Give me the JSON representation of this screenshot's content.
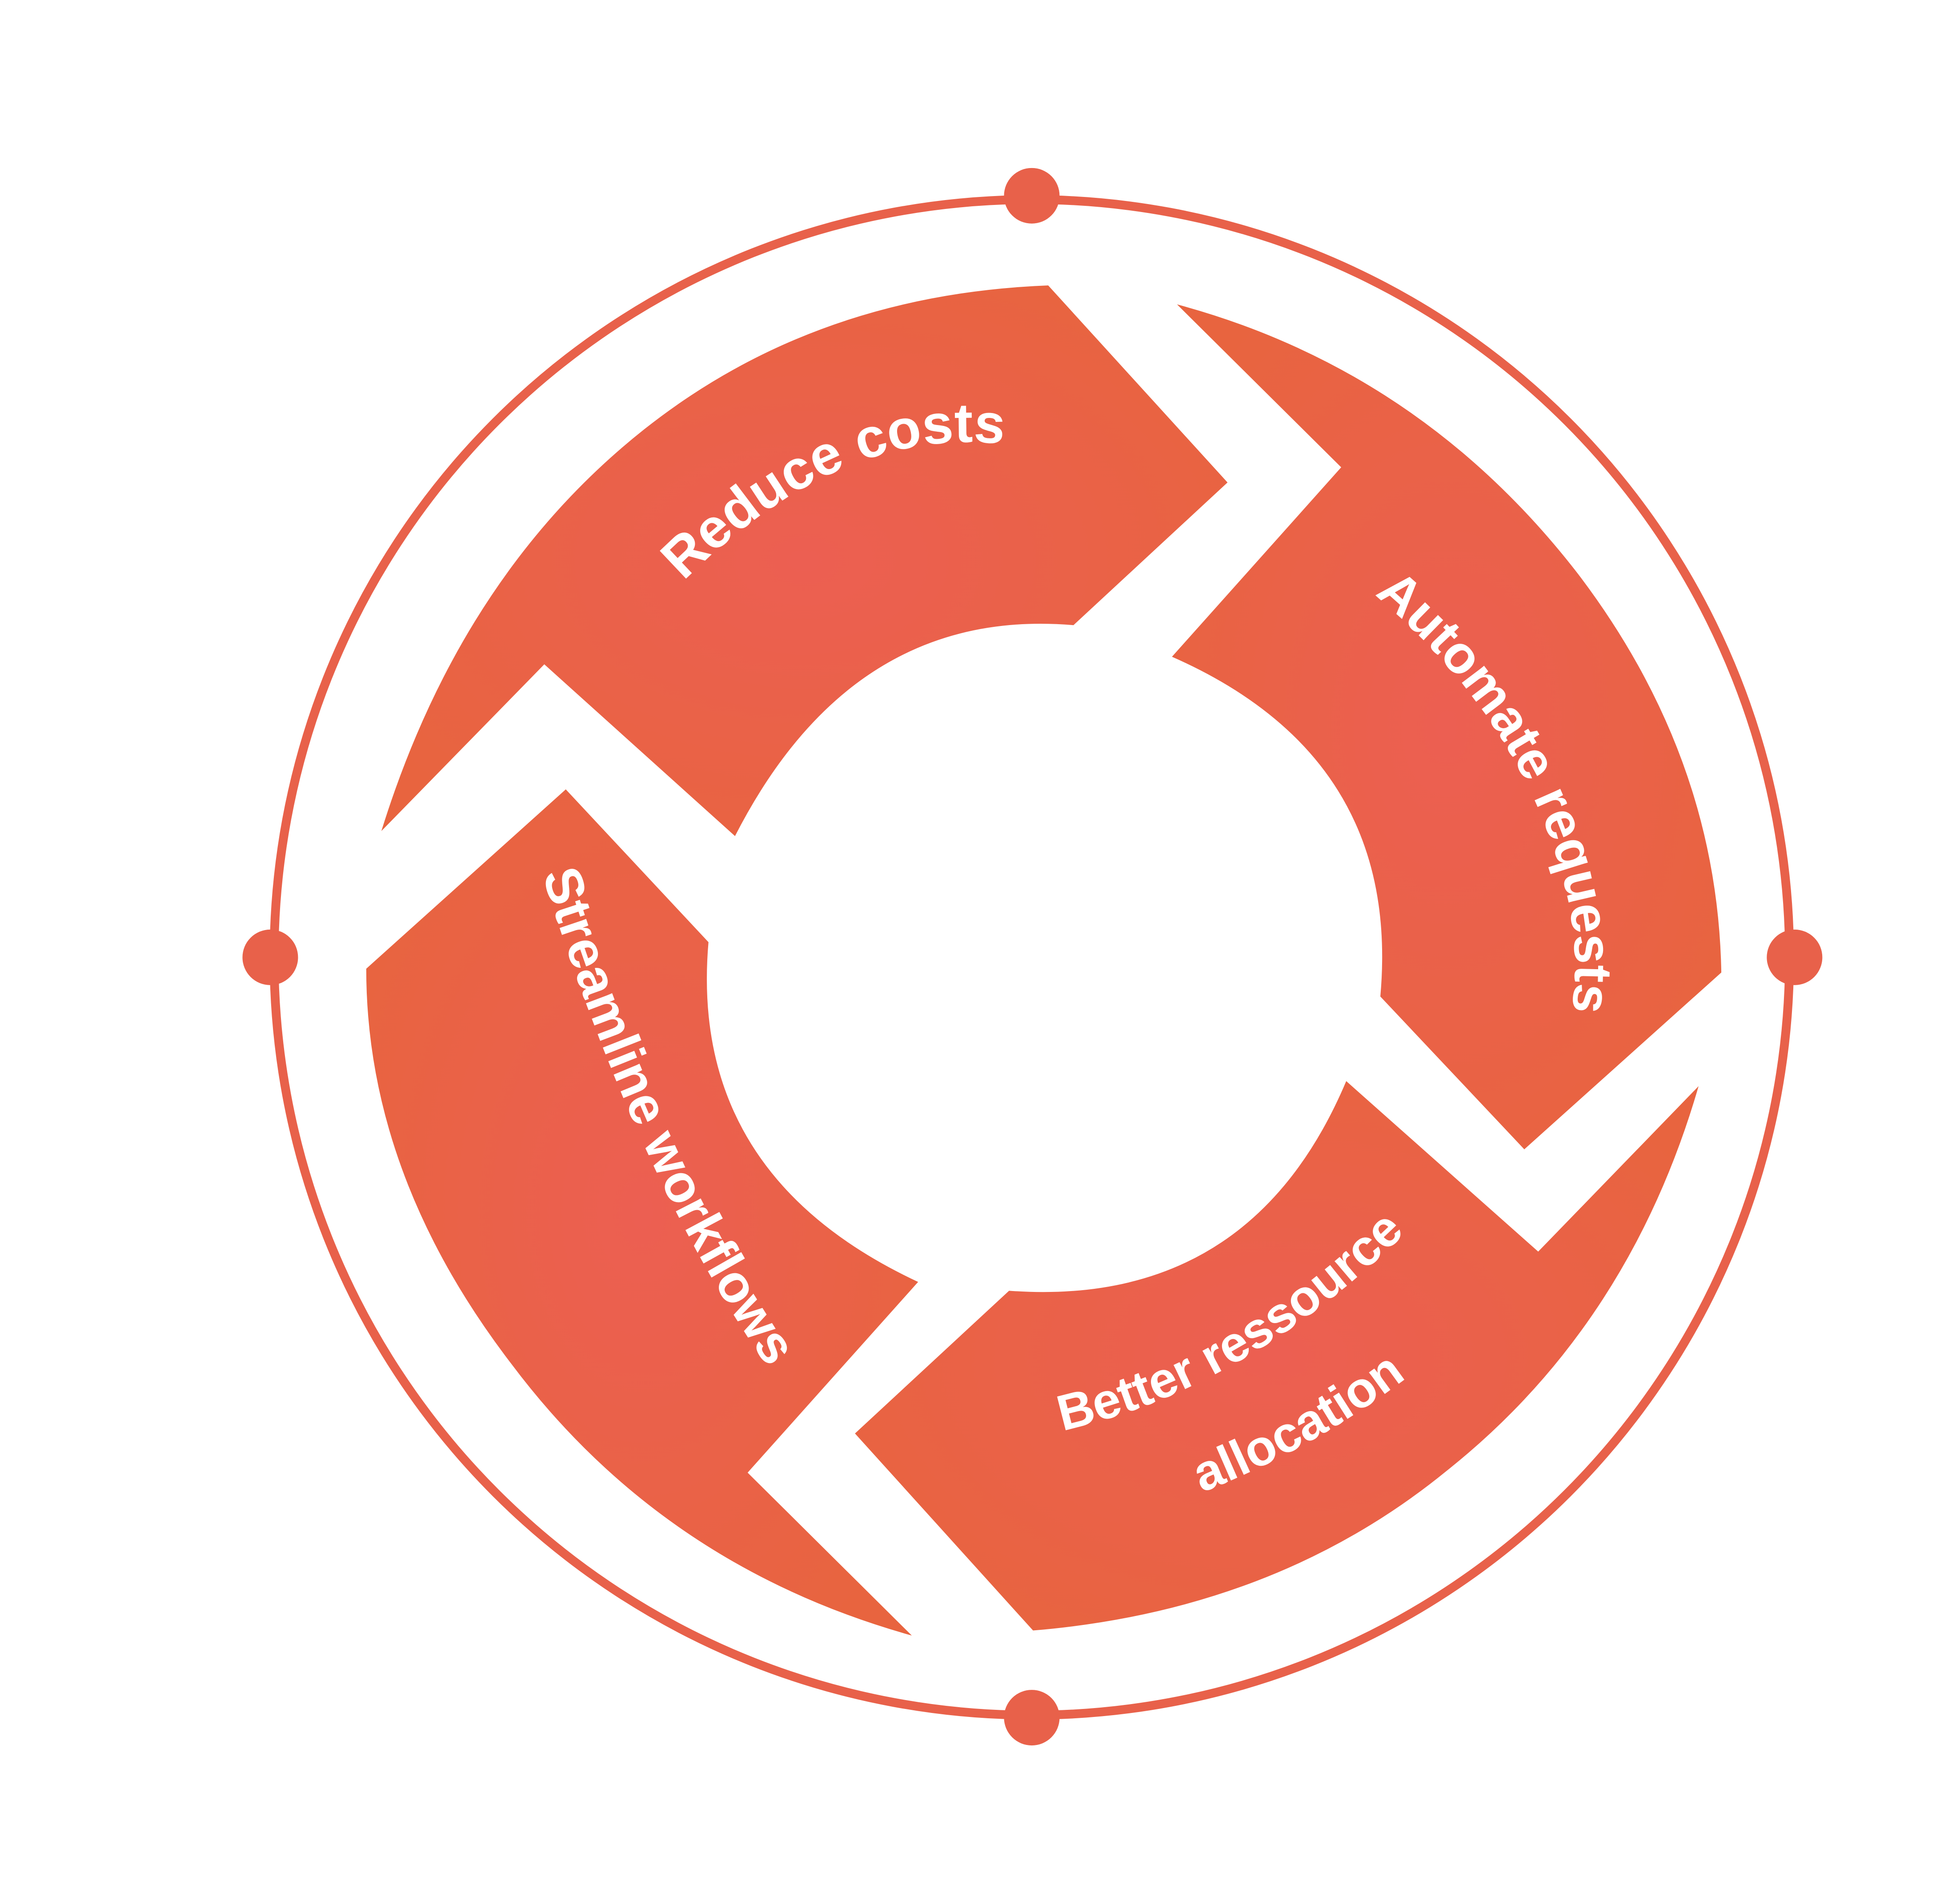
{
  "colors": {
    "accent": "#E8614A",
    "accent_gradient_center": "#EC5F52",
    "accent_gradient_edge": "#E8643F",
    "label_text": "#FFFFFF",
    "background": "#FFFFFF"
  },
  "steps": [
    {
      "label": "Reduce costs"
    },
    {
      "label": "Automate  requests"
    },
    {
      "label": "Better ressource",
      "label_line2": "allocation"
    },
    {
      "label": "Streamline workflows"
    }
  ]
}
